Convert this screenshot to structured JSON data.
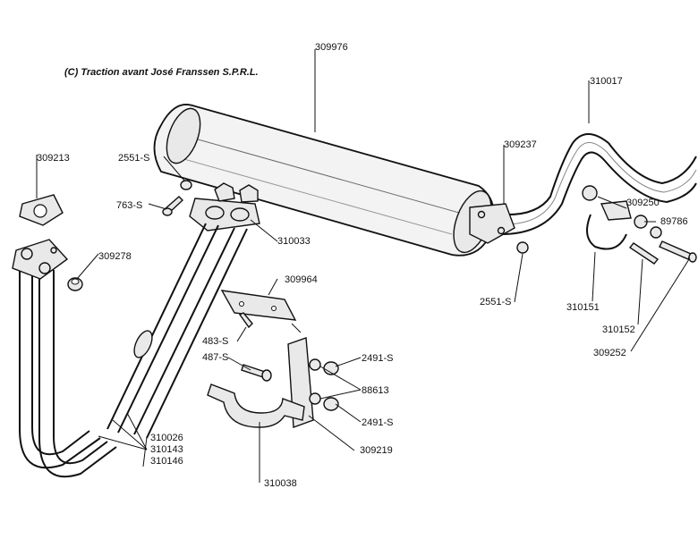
{
  "copyright": "(C)  Traction avant José Franssen  S.P.R.L.",
  "parts": {
    "silencer": "309976",
    "tailpipe": "310017",
    "tail_flange": "309237",
    "nut_top": "2551-S",
    "bolt_left": "763-S",
    "gasket": "309213",
    "spacer": "309278",
    "flange_front": "310033",
    "bracket": "309964",
    "screw_483": "483-S",
    "screw_487": "487-S",
    "nut_2491_top": "2491-S",
    "washers": "88613",
    "nut_2491_bottom": "2491-S",
    "rubber_pad": "309219",
    "strap": "310038",
    "pipes": [
      "310026",
      "310143",
      "310146"
    ],
    "nut_bottom": "2551-S",
    "clamp": "310151",
    "sleeve": "310152",
    "clamp_bolt": "309252",
    "clamp_bush": "309250",
    "washer_89786": "89786"
  }
}
